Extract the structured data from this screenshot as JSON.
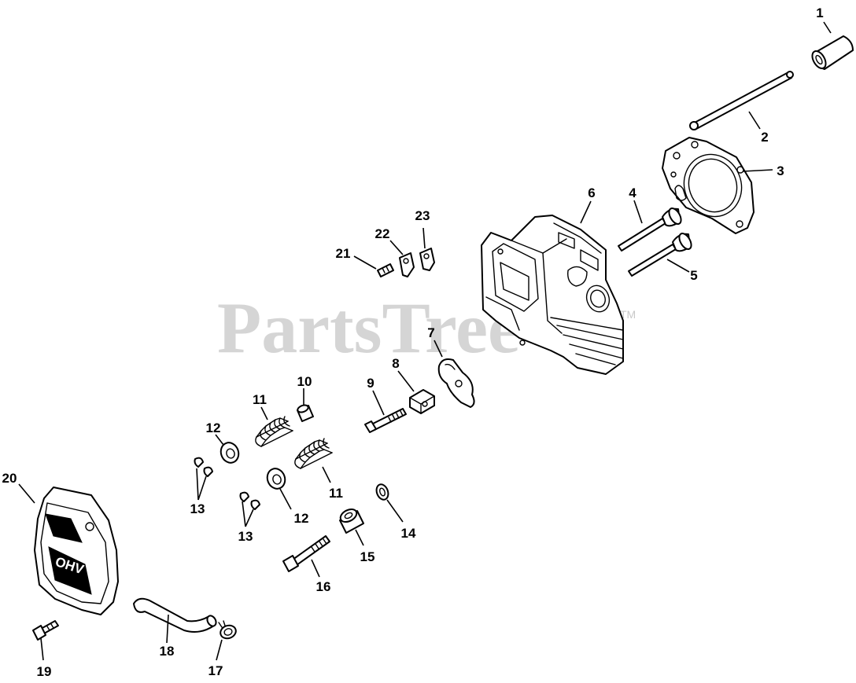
{
  "watermark": {
    "text": "PartsTree",
    "trademark": "TM"
  },
  "cover_label": "OHV",
  "parts": [
    {
      "id": "1",
      "label": "1"
    },
    {
      "id": "2",
      "label": "2"
    },
    {
      "id": "3",
      "label": "3"
    },
    {
      "id": "4",
      "label": "4"
    },
    {
      "id": "5",
      "label": "5"
    },
    {
      "id": "6",
      "label": "6"
    },
    {
      "id": "7",
      "label": "7"
    },
    {
      "id": "8",
      "label": "8"
    },
    {
      "id": "9",
      "label": "9"
    },
    {
      "id": "10",
      "label": "10"
    },
    {
      "id": "11a",
      "label": "11"
    },
    {
      "id": "11b",
      "label": "11"
    },
    {
      "id": "12a",
      "label": "12"
    },
    {
      "id": "12b",
      "label": "12"
    },
    {
      "id": "13a",
      "label": "13"
    },
    {
      "id": "13b",
      "label": "13"
    },
    {
      "id": "14",
      "label": "14"
    },
    {
      "id": "15",
      "label": "15"
    },
    {
      "id": "16",
      "label": "16"
    },
    {
      "id": "17",
      "label": "17"
    },
    {
      "id": "18",
      "label": "18"
    },
    {
      "id": "19",
      "label": "19"
    },
    {
      "id": "20",
      "label": "20"
    },
    {
      "id": "21",
      "label": "21"
    },
    {
      "id": "22",
      "label": "22"
    },
    {
      "id": "23",
      "label": "23"
    }
  ]
}
